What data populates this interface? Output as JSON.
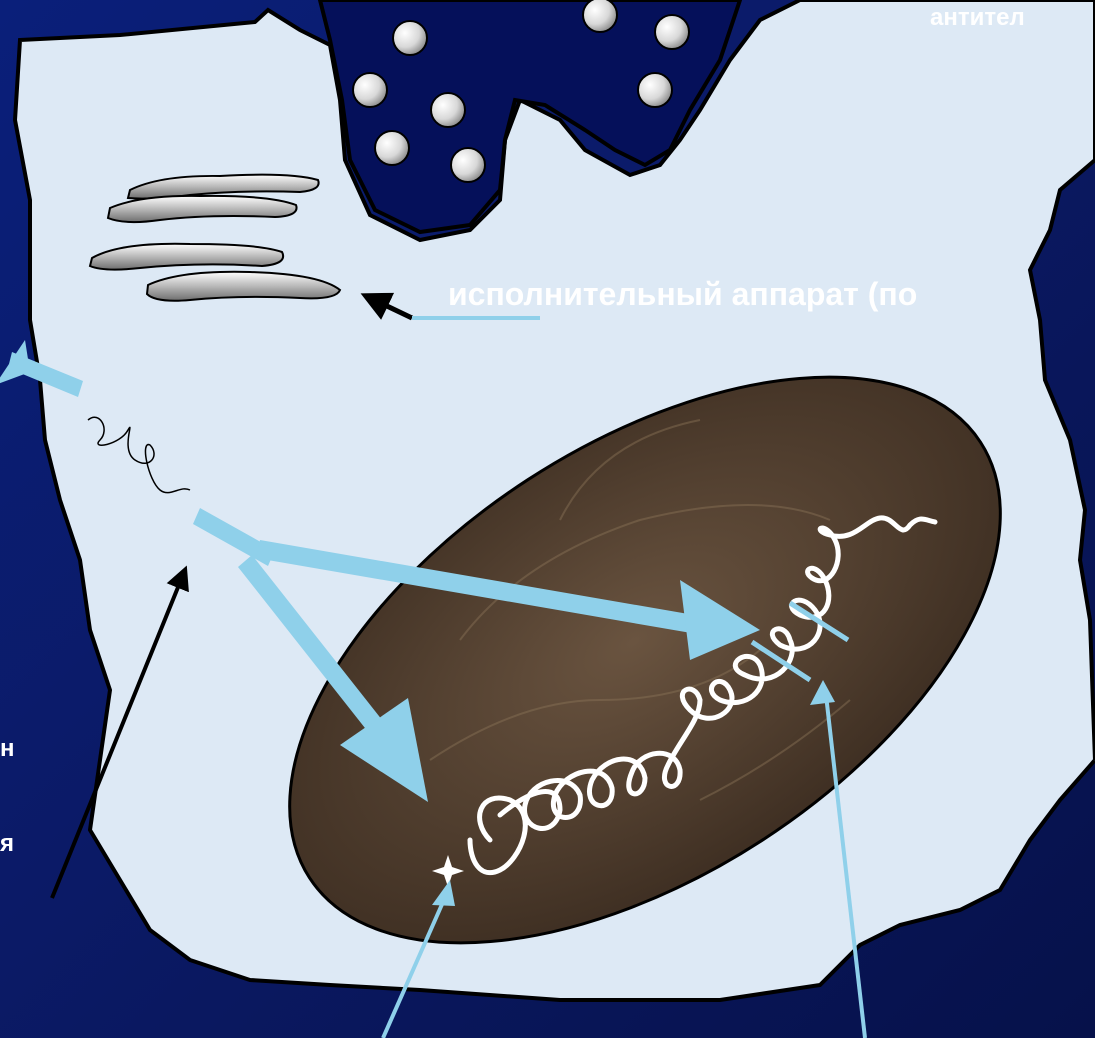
{
  "labels": {
    "antibody": "антител",
    "executive_apparatus": "исполнительный аппарат  (по",
    "fragment_n": "н",
    "fragment_ya": "я"
  },
  "colors": {
    "background": "#0b1a66",
    "cell": "#dde9f5",
    "secretion_pocket": "#05105a",
    "nucleus": "#4b3a2c",
    "arrow": "#8fd0ea",
    "text": "#ffffff"
  }
}
